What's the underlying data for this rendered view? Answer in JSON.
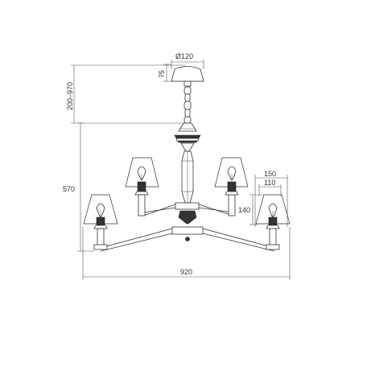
{
  "dimensions": {
    "canopy_diameter": "Ø120",
    "canopy_height": "75",
    "chain_range": "200–970",
    "body_height": "570",
    "total_width": "920",
    "shade_outer_width": "150",
    "shade_inner_width": "110",
    "shade_height": "140"
  },
  "colors": {
    "line": "#333333",
    "dimension": "#555555",
    "background": "#ffffff"
  }
}
